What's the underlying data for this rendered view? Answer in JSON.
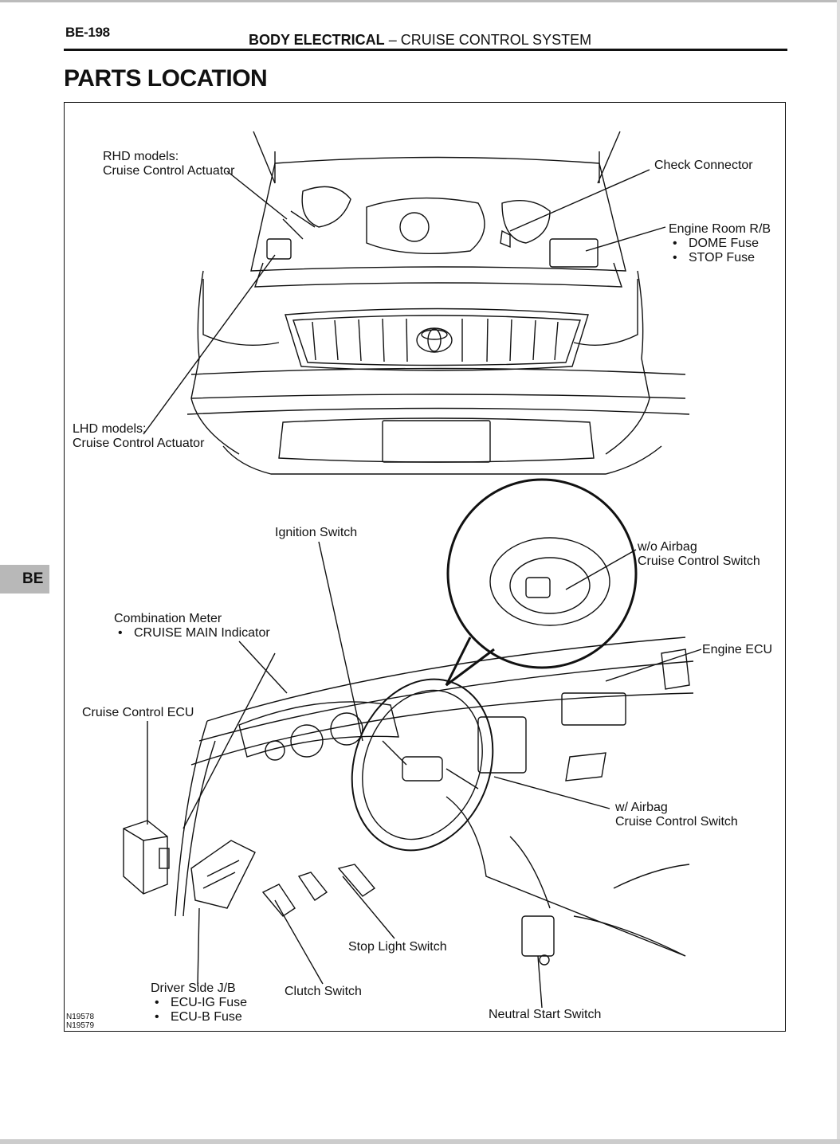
{
  "header": {
    "page_number": "BE-198",
    "section_bold": "BODY ELECTRICAL",
    "section_separator": " – ",
    "section_rest": "CRUISE CONTROL SYSTEM"
  },
  "page_title": "PARTS LOCATION",
  "side_tab": "BE",
  "figure_numbers": [
    "N19578",
    "N19579"
  ],
  "callouts": {
    "rhd_actuator": {
      "line1": "RHD models:",
      "line2": "Cruise Control Actuator"
    },
    "check_connector": "Check Connector",
    "engine_room_rb": {
      "title": "Engine Room R/B",
      "items": [
        "DOME Fuse",
        "STOP Fuse"
      ]
    },
    "lhd_actuator": {
      "line1": "LHD models:",
      "line2": "Cruise Control Actuator"
    },
    "ignition_switch": "Ignition Switch",
    "wo_airbag_switch": {
      "line1": "w/o Airbag",
      "line2": "Cruise Control Switch"
    },
    "combination_meter": {
      "title": "Combination Meter",
      "items": [
        "CRUISE MAIN Indicator"
      ]
    },
    "engine_ecu": "Engine ECU",
    "cruise_control_ecu": "Cruise Control ECU",
    "w_airbag_switch": {
      "line1": "w/ Airbag",
      "line2": "Cruise Control Switch"
    },
    "stop_light_switch": "Stop Light Switch",
    "driver_side_jb": {
      "title": "Driver Side J/B",
      "items": [
        "ECU-IG Fuse",
        "ECU-B Fuse"
      ]
    },
    "clutch_switch": "Clutch Switch",
    "neutral_start_switch": "Neutral Start Switch"
  }
}
